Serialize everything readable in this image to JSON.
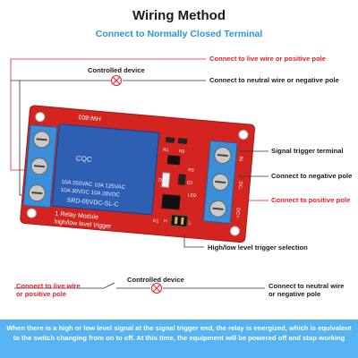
{
  "title": "Wiring Method",
  "subtitle": "Connect to Normally Closed Terminal",
  "labels": {
    "live_top": "Connect to live wire or positive pole",
    "device_top": "Controlled device",
    "neutral_top": "Connect to neutral wire or negative pole",
    "signal_trigger": "Signal trigger terminal",
    "negative_pole": "Connect to negative pole",
    "positive_pole": "Connect to positive pole",
    "level_select": "High/low level trigger selection",
    "live_bottom_1": "Connect to live wire",
    "live_bottom_2": "or positive pole",
    "device_bottom": "Controlled device",
    "neutral_bottom_1": "Connect to neutral wire",
    "neutral_bottom_2": "or negative pole"
  },
  "board": {
    "model": "HW-803",
    "relay_lines": [
      "10A 250VAC  10A 125VAC",
      "10A 30VDC   10A 28VDC"
    ],
    "relay_part": "SRD-05VDC-SL-C",
    "relay_brand": "CQC",
    "module_text_1": "1 Relay   Module",
    "module_text_2": "high/low  level  trigger",
    "pin_labels": [
      "IN",
      "DC-",
      "DC+"
    ],
    "jumper_marks": [
      "H",
      "L"
    ],
    "component_marks": [
      "R1",
      "R2",
      "R3",
      "Q1",
      "D1",
      "K1",
      "LED"
    ]
  },
  "footer": {
    "text": "When there is a high or low level signal at the signal trigger end, the relay is energized, which is equivalent to the switch changing from on to off. At this time, the equipment will be powered off and stop working"
  },
  "colors": {
    "board_red": "#d4241f",
    "relay_blue": "#2d5fb3",
    "terminal_blue": "#3a8fd8",
    "wire_red": "#e8202a",
    "accent_blue": "#2b95d6",
    "footer_blue": "#57b3f2"
  }
}
